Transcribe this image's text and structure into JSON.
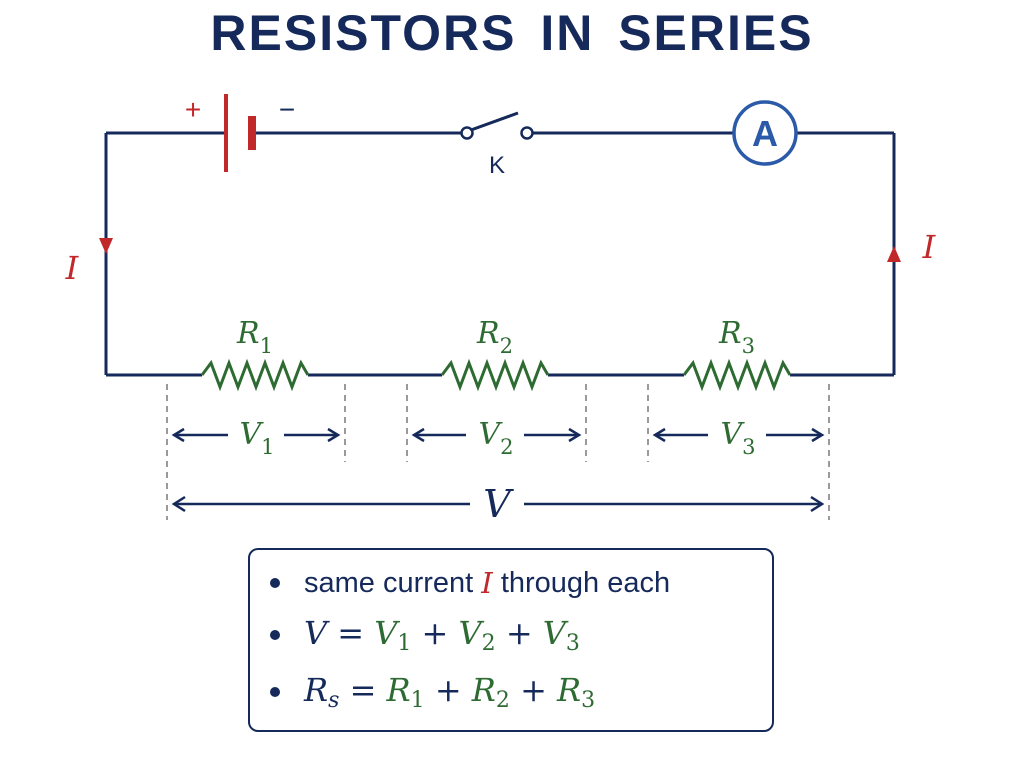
{
  "title": "RESISTORS IN SERIES",
  "colors": {
    "wire": "#15295a",
    "battery": "#c0282a",
    "resistor": "#2e6b32",
    "ammeter": "#2a5aa8",
    "current": "#c0282a",
    "dashes": "#9a9a9a"
  },
  "battery": {
    "plus": "+",
    "minus": "−"
  },
  "switch_label": "K",
  "ammeter_label": "A",
  "current_label": "I",
  "resistors": [
    {
      "sym": "R",
      "sub": "1"
    },
    {
      "sym": "R",
      "sub": "2"
    },
    {
      "sym": "R",
      "sub": "3"
    }
  ],
  "voltages": [
    {
      "sym": "V",
      "sub": "1"
    },
    {
      "sym": "V",
      "sub": "2"
    },
    {
      "sym": "V",
      "sub": "3"
    }
  ],
  "total_voltage": "V",
  "summary": {
    "line1_before": "same current ",
    "line1_symbol": "I",
    "line1_after": " through each",
    "eq1": {
      "lhs": "V",
      "eq": " = ",
      "plus": " + ",
      "t1": "V",
      "s1": "1",
      "t2": "V",
      "s2": "2",
      "t3": "V",
      "s3": "3"
    },
    "eq2": {
      "lhs": "R",
      "lhs_sub": "s",
      "eq": " = ",
      "plus": " + ",
      "t1": "R",
      "s1": "1",
      "t2": "R",
      "s2": "2",
      "t3": "R",
      "s3": "3"
    }
  }
}
